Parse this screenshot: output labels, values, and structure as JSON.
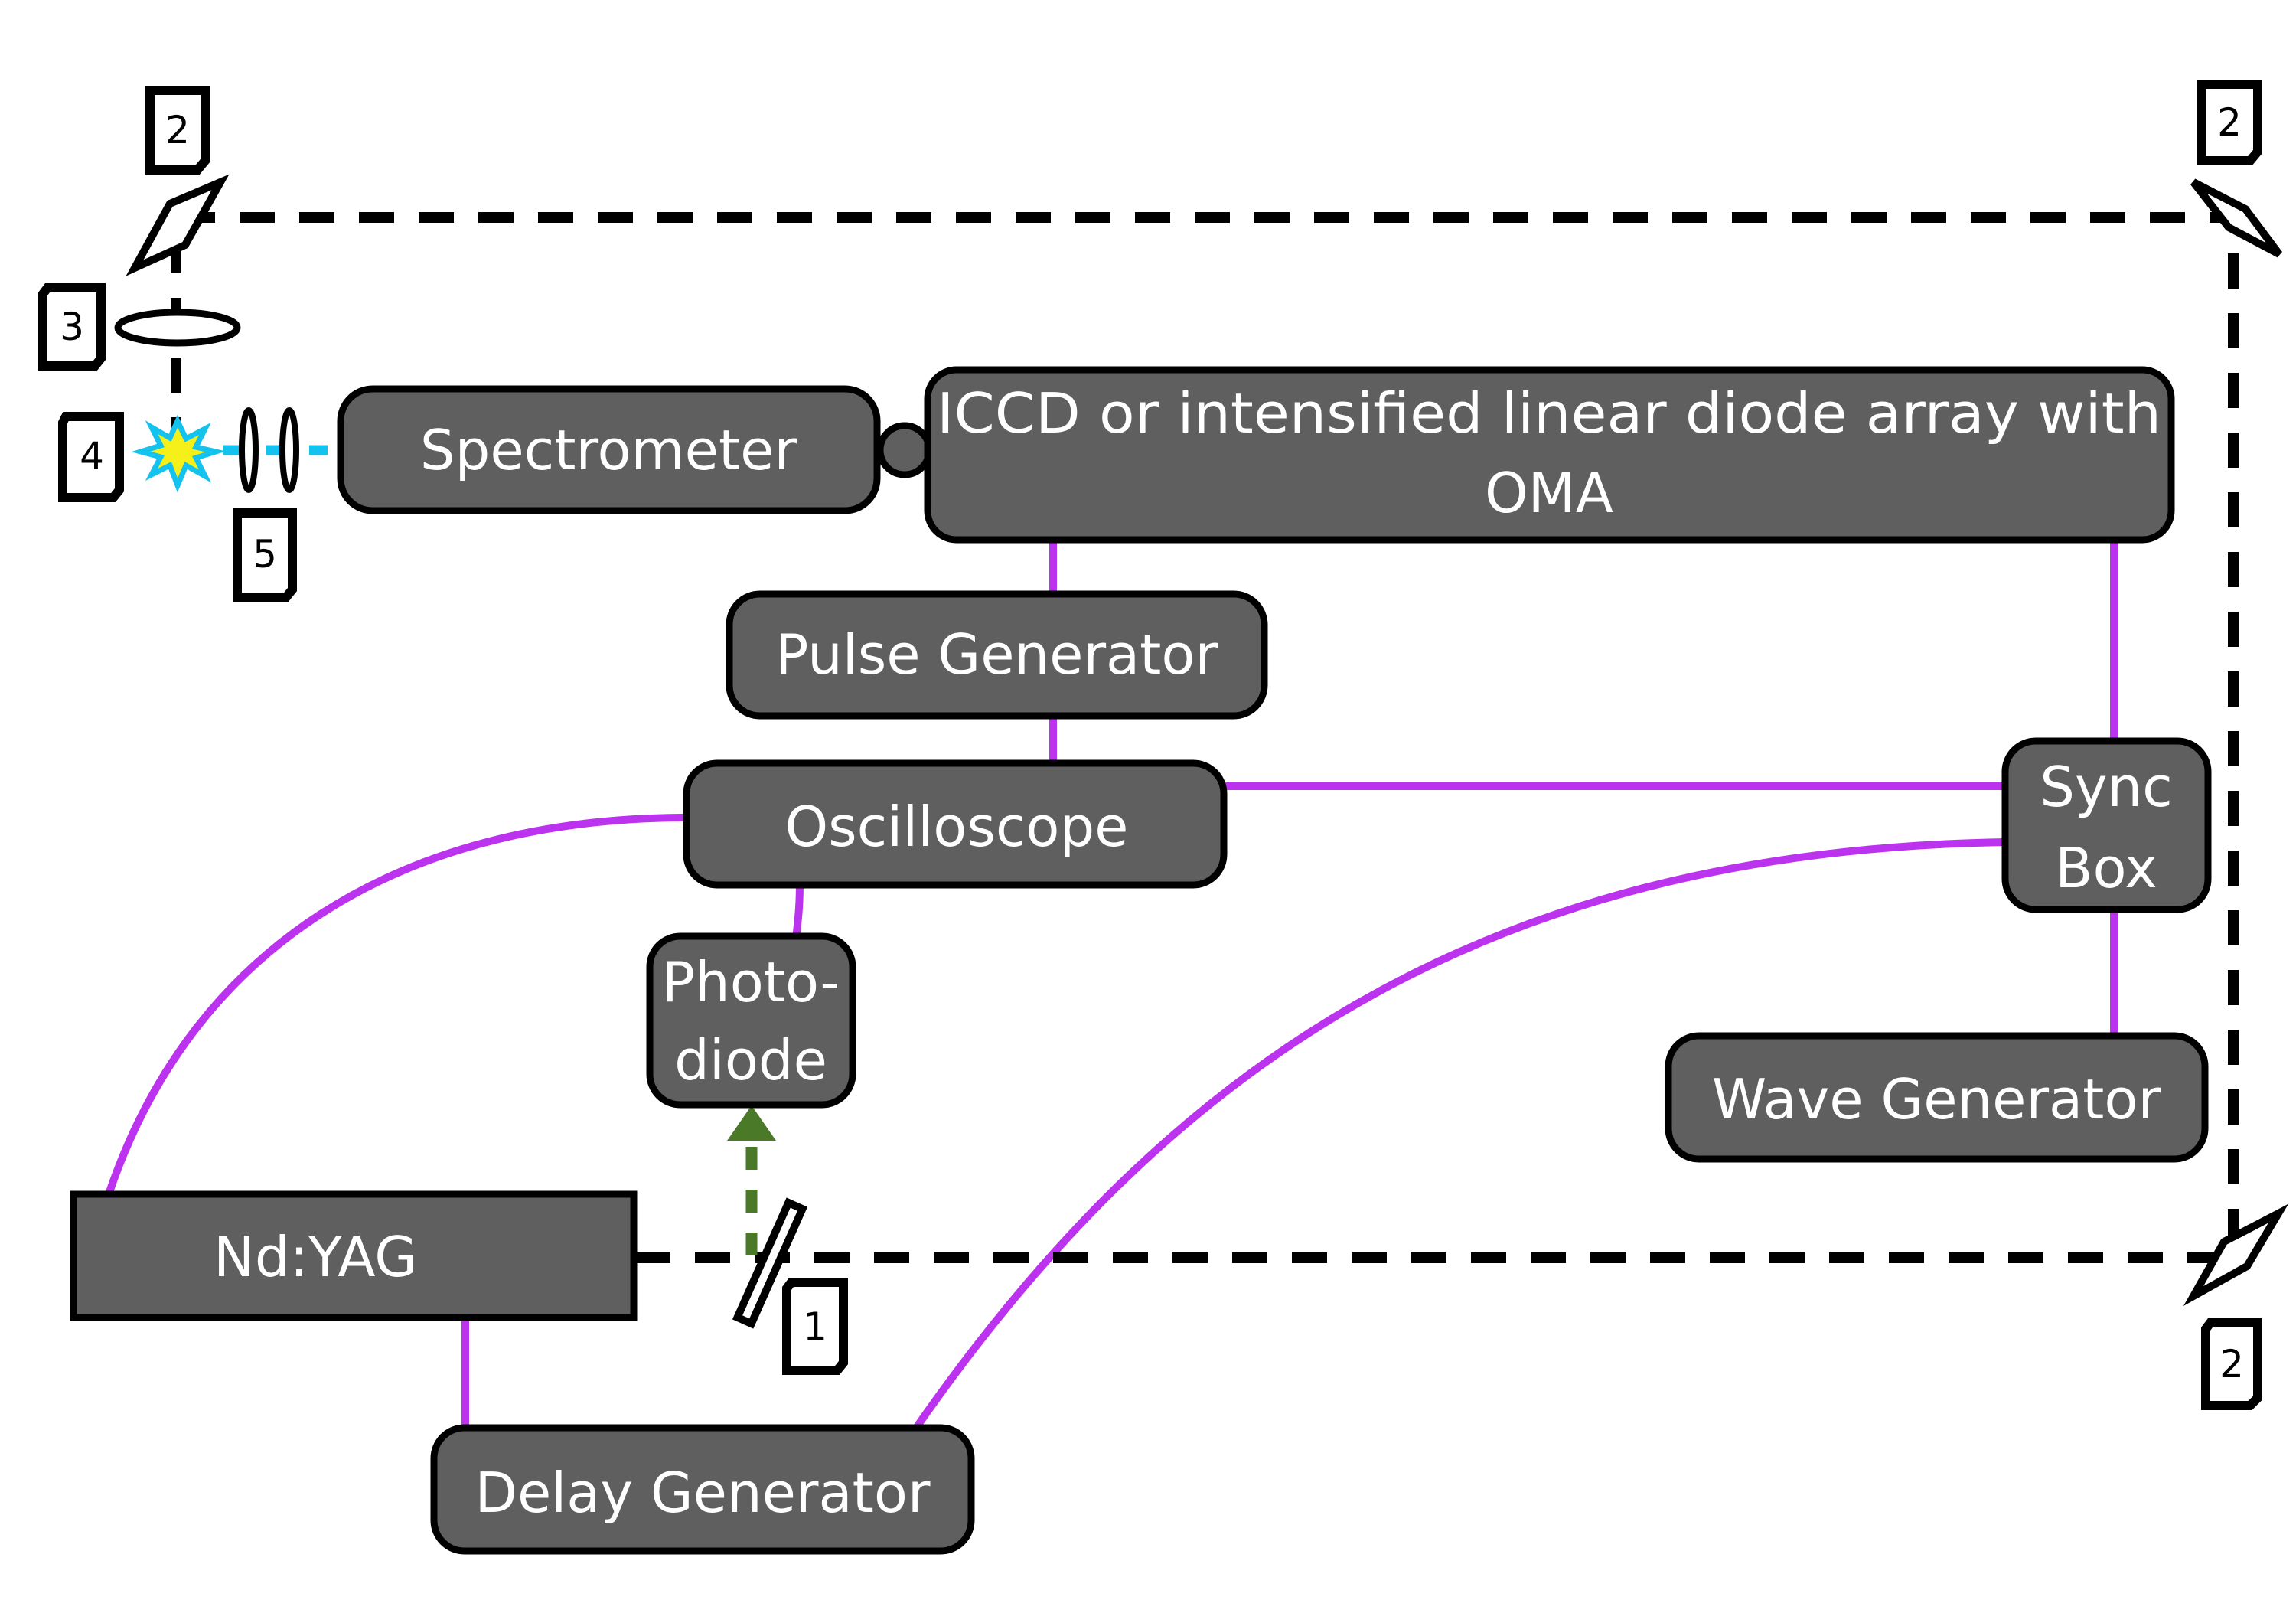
{
  "diagram": {
    "components": {
      "spectrometer": "Spectrometer",
      "iccd_line1": "ICCD or intensified linear diode array with",
      "iccd_line2": "OMA",
      "pulse_generator": "Pulse Generator",
      "oscilloscope": "Oscilloscope",
      "photodiode_line1": "Photo-",
      "photodiode_line2": "diode",
      "sync_box_line1": "Sync",
      "sync_box_line2": "Box",
      "wave_generator": "Wave Generator",
      "nd_yag": "Nd:YAG",
      "delay_generator": "Delay Generator"
    },
    "labels": {
      "beam_splitter": "1",
      "mirror_top_left": "2",
      "mirror_top_right": "2",
      "mirror_bottom_right": "2",
      "focusing_lens": "3",
      "plasma": "4",
      "collection_lenses": "5"
    },
    "colors": {
      "box_fill": "#5f5f5f",
      "signal_wire": "#bb33ee",
      "laser_beam": "#000000",
      "emission_beam": "#14c2f0",
      "photodiode_beam": "#4a7a28",
      "plasma_fill": "#f5ef1a"
    }
  }
}
